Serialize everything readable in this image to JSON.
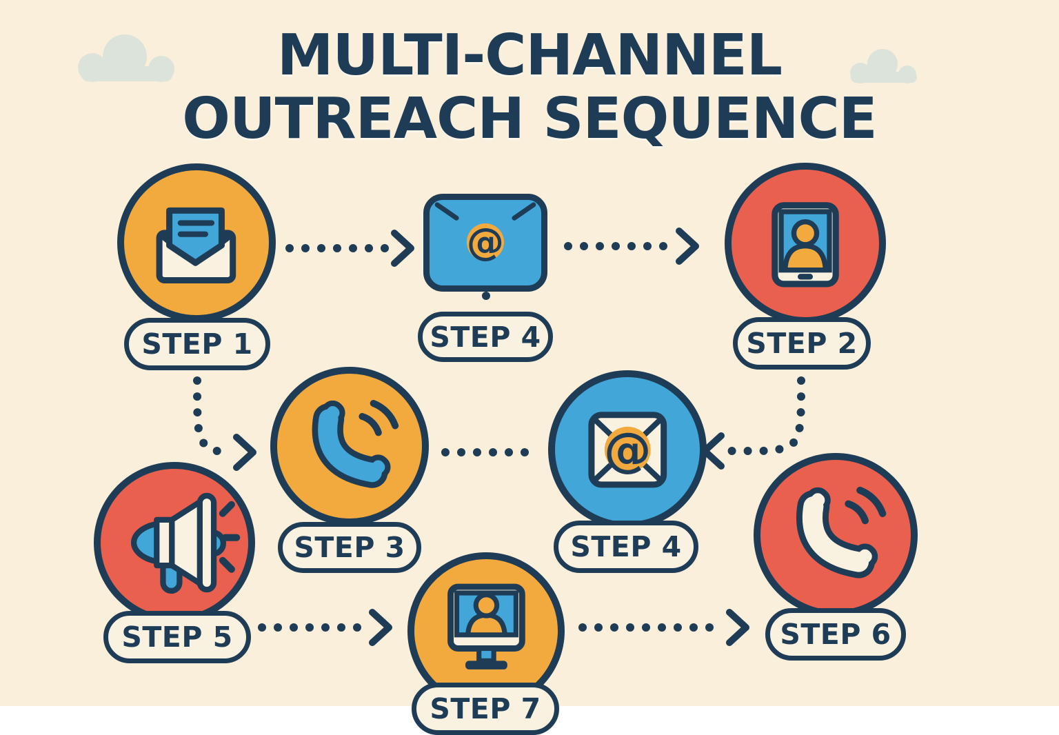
{
  "title": {
    "line1": "MULTI-CHANNEL",
    "line2": "OUTREACH SEQUENCE"
  },
  "colors": {
    "background": "#f9efdb",
    "navy": "#1e3c56",
    "orange": "#f2a93e",
    "red": "#e9604e",
    "blue": "#42a7d8",
    "cream": "#faf2e1",
    "cloud": "#dce3da"
  },
  "nodes": [
    {
      "id": "step-1",
      "label": "STEP 1",
      "icon": "open-envelope-icon",
      "shape": "circle",
      "color": "orange"
    },
    {
      "id": "step-4-top",
      "label": "STEP 4",
      "icon": "email-at-envelope-icon",
      "shape": "rounded-square",
      "color": "blue"
    },
    {
      "id": "step-2",
      "label": "STEP 2",
      "icon": "video-call-tablet-icon",
      "shape": "circle",
      "color": "red"
    },
    {
      "id": "step-3",
      "label": "STEP 3",
      "icon": "phone-call-icon",
      "shape": "circle",
      "color": "orange"
    },
    {
      "id": "step-4",
      "label": "STEP 4",
      "icon": "email-at-envelope-icon",
      "shape": "circle",
      "color": "blue"
    },
    {
      "id": "step-5",
      "label": "STEP 5",
      "icon": "megaphone-icon",
      "shape": "circle",
      "color": "red"
    },
    {
      "id": "step-7",
      "label": "STEP 7",
      "icon": "video-monitor-icon",
      "shape": "circle",
      "color": "orange"
    },
    {
      "id": "step-6",
      "label": "STEP 6",
      "icon": "phone-call-icon",
      "shape": "circle",
      "color": "red"
    }
  ],
  "connections": [
    {
      "from": "step-1",
      "to": "step-4-top",
      "style": "dotted-arrow"
    },
    {
      "from": "step-4-top",
      "to": "step-2",
      "style": "dotted-arrow"
    },
    {
      "from": "step-4-top",
      "to": "step-4-top-label",
      "style": "dotted"
    },
    {
      "from": "step-1-label",
      "to": "step-3",
      "style": "dotted-arrow"
    },
    {
      "from": "step-3",
      "to": "step-4",
      "style": "dotted"
    },
    {
      "from": "step-2-label",
      "to": "step-4",
      "style": "dotted-arrow"
    },
    {
      "from": "step-5",
      "to": "step-7",
      "style": "dotted-arrow"
    },
    {
      "from": "step-7",
      "to": "step-6",
      "style": "dotted-arrow"
    }
  ]
}
